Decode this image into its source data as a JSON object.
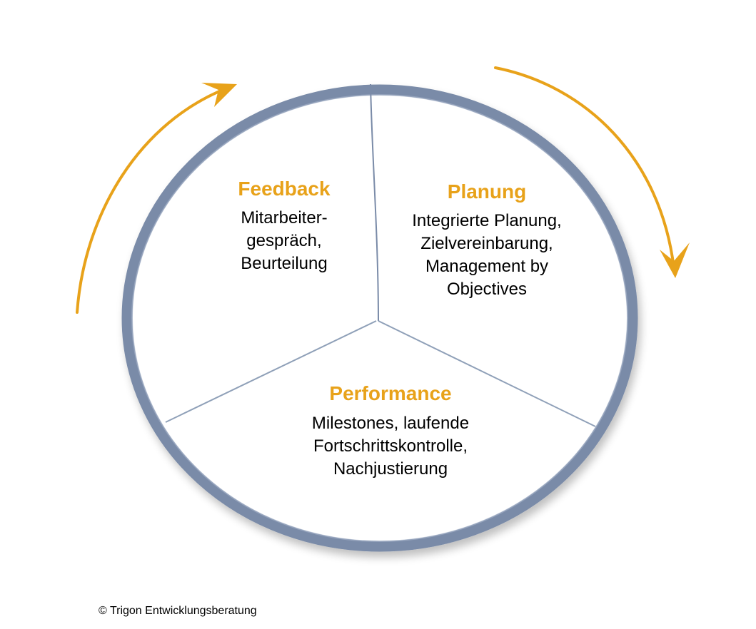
{
  "colors": {
    "accent": "#E8A21A",
    "ring": "#7A8BA8",
    "divider": "#8FA0B8"
  },
  "segments": {
    "feedback": {
      "title": "Feedback",
      "lines": [
        "Mitarbeiter-",
        "gespräch,",
        "Beurteilung"
      ]
    },
    "planung": {
      "title": "Planung",
      "lines": [
        "Integrierte Planung,",
        "Zielvereinbarung,",
        "Management by",
        "Objectives"
      ]
    },
    "performance": {
      "title": "Performance",
      "lines": [
        "Milestones, laufende",
        "Fortschrittskontrolle,",
        "Nachjustierung"
      ]
    }
  },
  "footer": {
    "copyright": "© Trigon Entwicklungsberatung"
  },
  "icons": {
    "left": "arrow-up-right-icon",
    "right": "arrow-down-right-icon"
  }
}
